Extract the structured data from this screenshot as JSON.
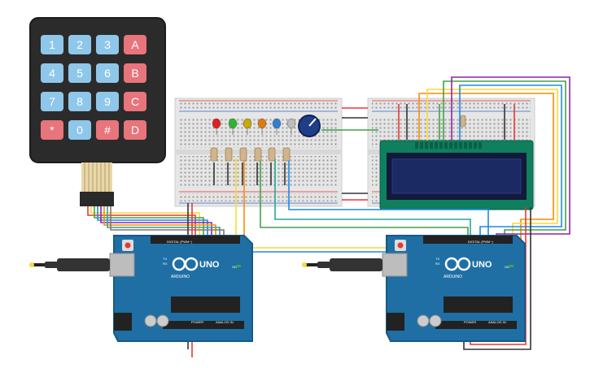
{
  "keypad": {
    "rows": [
      [
        "1",
        "2",
        "3",
        "A"
      ],
      [
        "4",
        "5",
        "6",
        "B"
      ],
      [
        "7",
        "8",
        "9",
        "C"
      ],
      [
        "*",
        "0",
        "#",
        "D"
      ]
    ],
    "colors": {
      "number": "#8ec7ea",
      "letter": "#e8747c",
      "body": "#2b2b2b",
      "border": "#1c1c1c"
    }
  },
  "boards": {
    "left": {
      "brand": "ARDUINO",
      "model": "UNO",
      "labels": {
        "digital": "DIGITAL (PWM~)",
        "power": "POWER",
        "analog": "ANALOG IN",
        "tx": "TX",
        "rx": "RX",
        "on": "ON"
      }
    },
    "right": {
      "brand": "ARDUINO",
      "model": "UNO",
      "labels": {
        "digital": "DIGITAL (PWM~)",
        "power": "POWER",
        "analog": "ANALOG IN",
        "tx": "TX",
        "rx": "RX",
        "on": "ON"
      }
    },
    "colors": {
      "board": "#1f6fa5",
      "board_dark": "#175a87",
      "header": "#222222"
    }
  },
  "leds": [
    {
      "color": "#e02020",
      "name": "red-led"
    },
    {
      "color": "#2db52d",
      "name": "green-led"
    },
    {
      "color": "#c9a800",
      "name": "yellow-led"
    },
    {
      "color": "#e07a10",
      "name": "orange-led"
    },
    {
      "color": "#2f80d0",
      "name": "blue-led"
    },
    {
      "color": "#bdbdbd",
      "name": "white-led"
    }
  ],
  "lcd": {
    "colors": {
      "frame": "#0f7f5e",
      "screen": "#1b2a63",
      "screen_edge": "#2a3c86"
    }
  },
  "wire_colors": {
    "red": "#e53935",
    "black": "#333333",
    "green": "#43a047",
    "orange": "#fb8c00",
    "yellow": "#fdd835",
    "blue": "#1e88e5",
    "purple": "#8e24aa",
    "teal": "#26a69a",
    "brown": "#8d6e63",
    "grey": "#9e9e9e"
  }
}
